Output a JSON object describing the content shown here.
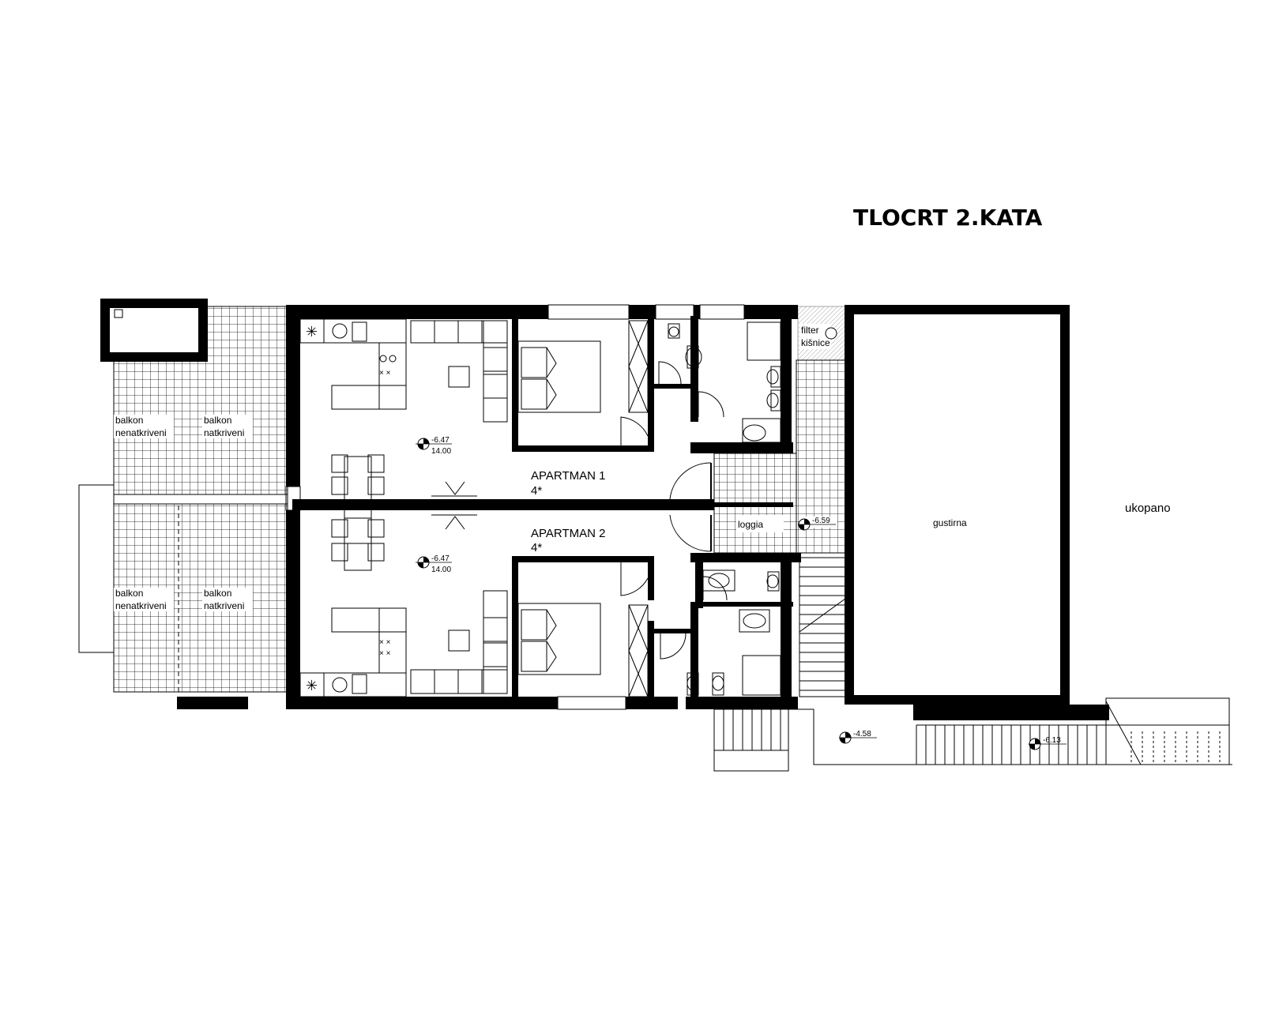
{
  "title": "TLOCRT 2.KATA",
  "rooms": {
    "apartment1_name": "APARTMAN 1",
    "apartment1_rating": "4*",
    "apartment2_name": "APARTMAN 2",
    "apartment2_rating": "4*",
    "balcony_uncovered": [
      "balkon",
      "nenatkriveni"
    ],
    "balcony_covered": [
      "balkon",
      "natkriveni"
    ],
    "filter": [
      "filter",
      "kišnice"
    ],
    "loggia": "loggia",
    "cistern": "gustirna",
    "buried": "ukopano"
  },
  "levels": {
    "apt1": [
      "-6.47",
      "14.00"
    ],
    "apt2": [
      "-6.47",
      "14.00"
    ],
    "loggia": "-6.59",
    "entrance": "-4.58",
    "stairs": "-6.13"
  },
  "colors": {
    "line": "#000000",
    "background": "#ffffff"
  }
}
